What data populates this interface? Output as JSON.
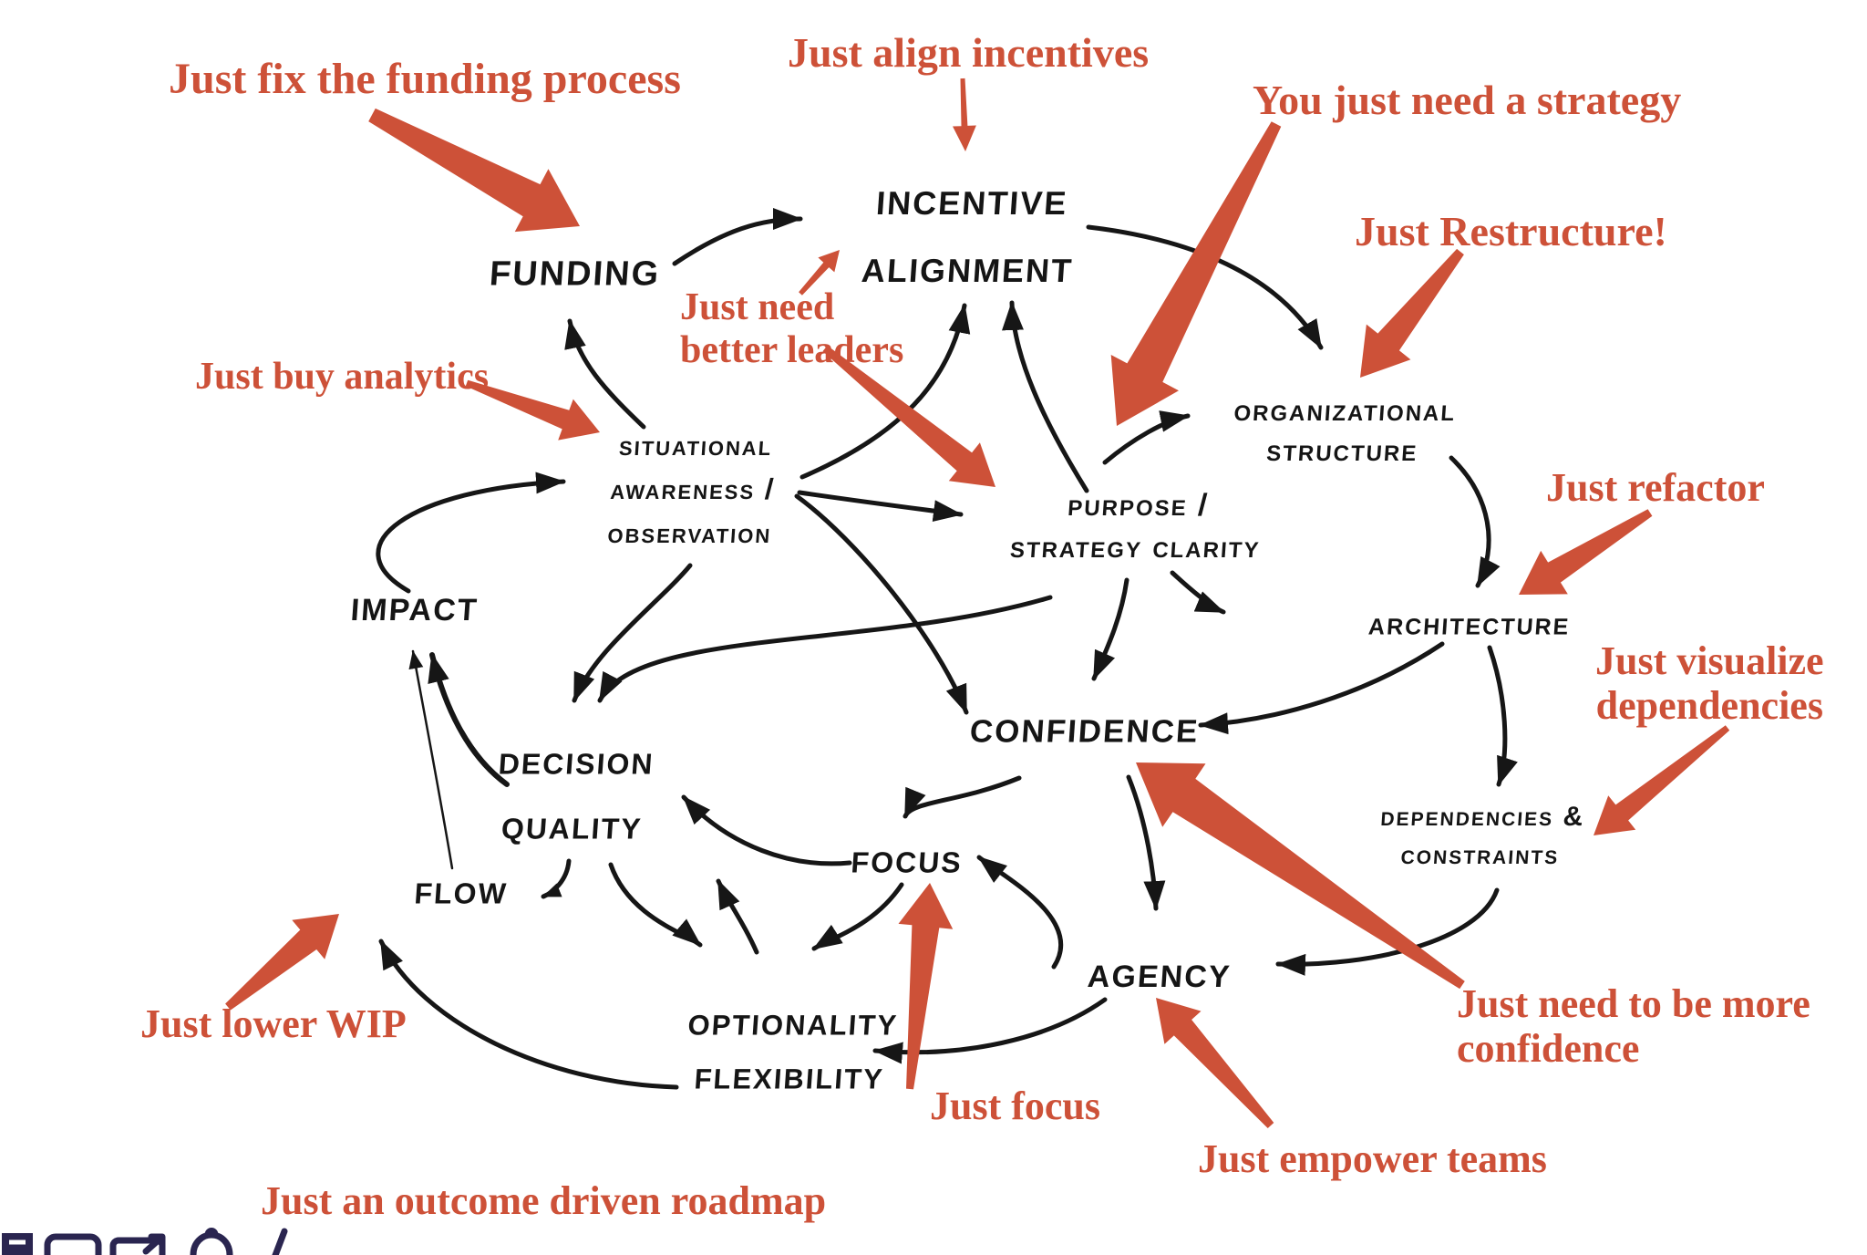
{
  "colors": {
    "annotation_red": "#cd5138",
    "edge_black": "#161616",
    "background": "#ffffff",
    "bottom_icon_navy": "#2a2550"
  },
  "nodes": {
    "funding": {
      "label": "Funding"
    },
    "incentive": {
      "label": "Incentive\nAlignment"
    },
    "situational": {
      "label": "Situational\nAwareness /\nObservation"
    },
    "purpose": {
      "label": "Purpose /\nStrategy Clarity"
    },
    "org_structure": {
      "label": "Organizational\nStructure"
    },
    "architecture": {
      "label": "Architecture"
    },
    "impact": {
      "label": "Impact"
    },
    "confidence": {
      "label": "Confidence"
    },
    "decision": {
      "label": "Decision\nQuality"
    },
    "focus": {
      "label": "Focus"
    },
    "flow": {
      "label": "Flow"
    },
    "dependencies": {
      "label": "Dependencies &\nConstraints"
    },
    "agency": {
      "label": "Agency"
    },
    "optionality": {
      "label": "Optionality\nFlexibility"
    }
  },
  "annotations": {
    "fix_funding": {
      "text": "Just fix the funding process",
      "points_to": "funding"
    },
    "align_incentives": {
      "text": "Just align incentives",
      "points_to": "incentive"
    },
    "strategy": {
      "text": "You just need a strategy",
      "points_to": "purpose"
    },
    "restructure": {
      "text": "Just Restructure!",
      "points_to": "org_structure"
    },
    "better_leaders": {
      "text": "Just need\nbetter leaders",
      "points_to": "incentive"
    },
    "buy_analytics": {
      "text": "Just buy analytics",
      "points_to": "situational"
    },
    "refactor": {
      "text": "Just refactor",
      "points_to": "architecture"
    },
    "visualize_deps": {
      "text": "Just visualize\ndependencies",
      "points_to": "dependencies"
    },
    "need_confidence": {
      "text": "Just need to be more\nconfidence",
      "points_to": "confidence"
    },
    "lower_wip": {
      "text": "Just lower WIP",
      "points_to": "flow"
    },
    "just_focus": {
      "text": "Just focus",
      "points_to": "focus"
    },
    "empower_teams": {
      "text": "Just empower teams",
      "points_to": "agency"
    },
    "outcome_roadmap": {
      "text": "Just an outcome driven roadmap",
      "points_to": "optionality"
    }
  },
  "edges": [
    {
      "from": "funding",
      "to": "incentive"
    },
    {
      "from": "situational",
      "to": "funding"
    },
    {
      "from": "purpose",
      "to": "incentive"
    },
    {
      "from": "situational",
      "to": "incentive"
    },
    {
      "from": "incentive",
      "to": "org_structure"
    },
    {
      "from": "purpose",
      "to": "org_structure"
    },
    {
      "from": "org_structure",
      "to": "architecture"
    },
    {
      "from": "purpose",
      "to": "architecture"
    },
    {
      "from": "architecture",
      "to": "confidence"
    },
    {
      "from": "purpose",
      "to": "confidence"
    },
    {
      "from": "situational",
      "to": "purpose"
    },
    {
      "from": "situational",
      "to": "confidence"
    },
    {
      "from": "situational",
      "to": "decision"
    },
    {
      "from": "purpose",
      "to": "decision"
    },
    {
      "from": "focus",
      "to": "decision"
    },
    {
      "from": "confidence",
      "to": "focus"
    },
    {
      "from": "confidence",
      "to": "agency"
    },
    {
      "from": "decision",
      "to": "optionality"
    },
    {
      "from": "optionality",
      "to": "decision"
    },
    {
      "from": "focus",
      "to": "optionality"
    },
    {
      "from": "optionality",
      "to": "flow"
    },
    {
      "from": "decision",
      "to": "flow"
    },
    {
      "from": "flow",
      "to": "impact"
    },
    {
      "from": "decision",
      "to": "impact"
    },
    {
      "from": "impact",
      "to": "situational"
    },
    {
      "from": "agency",
      "to": "optionality"
    },
    {
      "from": "agency",
      "to": "focus"
    },
    {
      "from": "dependencies",
      "to": "agency"
    },
    {
      "from": "architecture",
      "to": "dependencies"
    }
  ],
  "bottom_icons": [
    {
      "name": "window-icon"
    },
    {
      "name": "browser-icon"
    },
    {
      "name": "screen-share-icon"
    },
    {
      "name": "bell-icon"
    },
    {
      "name": "pencil-icon"
    }
  ]
}
